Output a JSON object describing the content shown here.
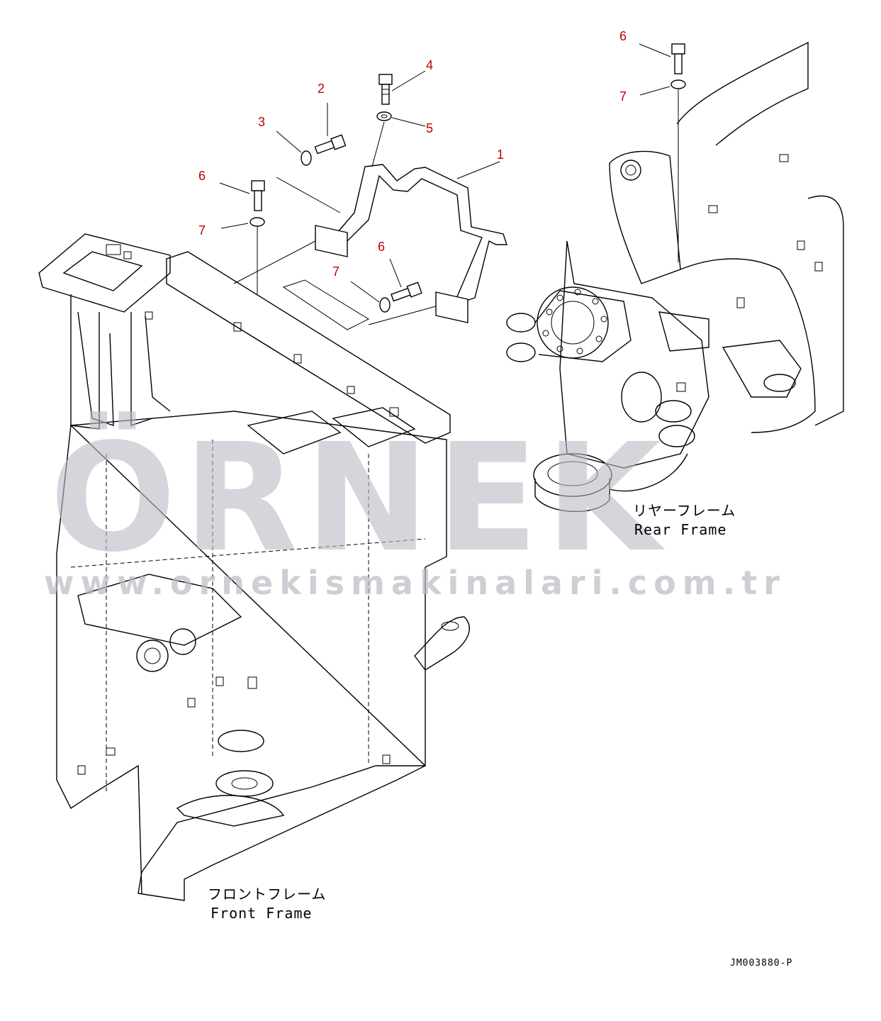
{
  "callouts": {
    "c1": "1",
    "c2": "2",
    "c3": "3",
    "c4": "4",
    "c5": "5",
    "c6a": "6",
    "c7a": "7",
    "c6b": "6",
    "c7b": "7",
    "c6c": "6",
    "c7c": "7"
  },
  "labels": {
    "rear_jp": "リヤーフレーム",
    "rear_en": "Rear Frame",
    "front_jp": "フロントフレーム",
    "front_en": "Front Frame",
    "drawing_code": "JM003880-P"
  },
  "watermark": {
    "brand": "ÖRNEK",
    "url": "www.ornekismakinalari.com.tr"
  },
  "colors": {
    "callout": "#c00000",
    "watermark": "#b9b9c3"
  }
}
